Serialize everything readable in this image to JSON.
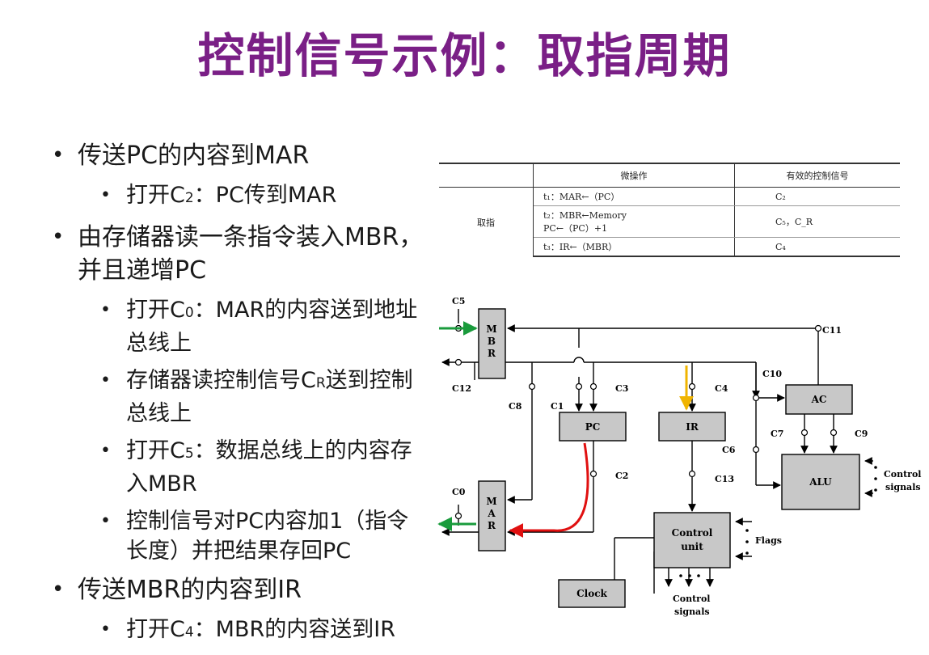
{
  "title": "控制信号示例：取指周期",
  "bullets": [
    {
      "level": 1,
      "text": "传送PC的内容到MAR"
    },
    {
      "level": 2,
      "pre": "打开C",
      "sub": "2",
      "post": "：PC传到MAR"
    },
    {
      "level": 1,
      "text": "由存储器读一条指令装入MBR，并且递增PC"
    },
    {
      "level": 2,
      "pre": "打开C",
      "sub": "0",
      "post": "：MAR的内容送到地址总线上"
    },
    {
      "level": 2,
      "pre": "存储器读控制信号C",
      "sub": "R",
      "post": "送到控制总线上"
    },
    {
      "level": 2,
      "pre": "打开C",
      "sub": "5",
      "post": "：数据总线上的内容存入MBR"
    },
    {
      "level": 2,
      "pre": "",
      "sub": "",
      "post": "控制信号对PC内容加1（指令长度）并把结果存回PC"
    },
    {
      "level": 1,
      "text": "传送MBR的内容到IR"
    },
    {
      "level": 2,
      "pre": "打开C",
      "sub": "4",
      "post": "：MBR的内容送到IR"
    }
  ],
  "table": {
    "headers": [
      "",
      "微操作",
      "有效的控制信号"
    ],
    "stage": "取指",
    "rows": [
      {
        "mop": [
          "t₁：MAR←（PC）"
        ],
        "sig": "C₂"
      },
      {
        "mop": [
          "t₂：MBR←Memory",
          "PC←（PC）+1"
        ],
        "sig": "C₅，C_R"
      },
      {
        "mop": [
          "t₃：IR←（MBR）"
        ],
        "sig": "C₄"
      }
    ]
  },
  "diagram": {
    "blocks": {
      "mbr": "M B R",
      "mar": "M A R",
      "pc": "PC",
      "ir": "IR",
      "ac": "AC",
      "alu": "ALU",
      "control_unit_1": "Control",
      "control_unit_2": "unit",
      "clock": "Clock"
    },
    "signals": {
      "c0": "C0",
      "c1": "C1",
      "c2": "C2",
      "c3": "C3",
      "c4": "C4",
      "c5": "C5",
      "c6": "C6",
      "c7": "C7",
      "c8": "C8",
      "c9": "C9",
      "c10": "C10",
      "c11": "C11",
      "c12": "C12",
      "c13": "C13"
    },
    "labels": {
      "flags": "Flags",
      "cs_right_1": "Control",
      "cs_right_2": "signals",
      "cs_bottom_1": "Control",
      "cs_bottom_2": "signals"
    },
    "colors": {
      "green": "#1a9b3c",
      "red": "#e01010",
      "yellow": "#f0b400",
      "block_fill": "#c8c8c8"
    }
  }
}
